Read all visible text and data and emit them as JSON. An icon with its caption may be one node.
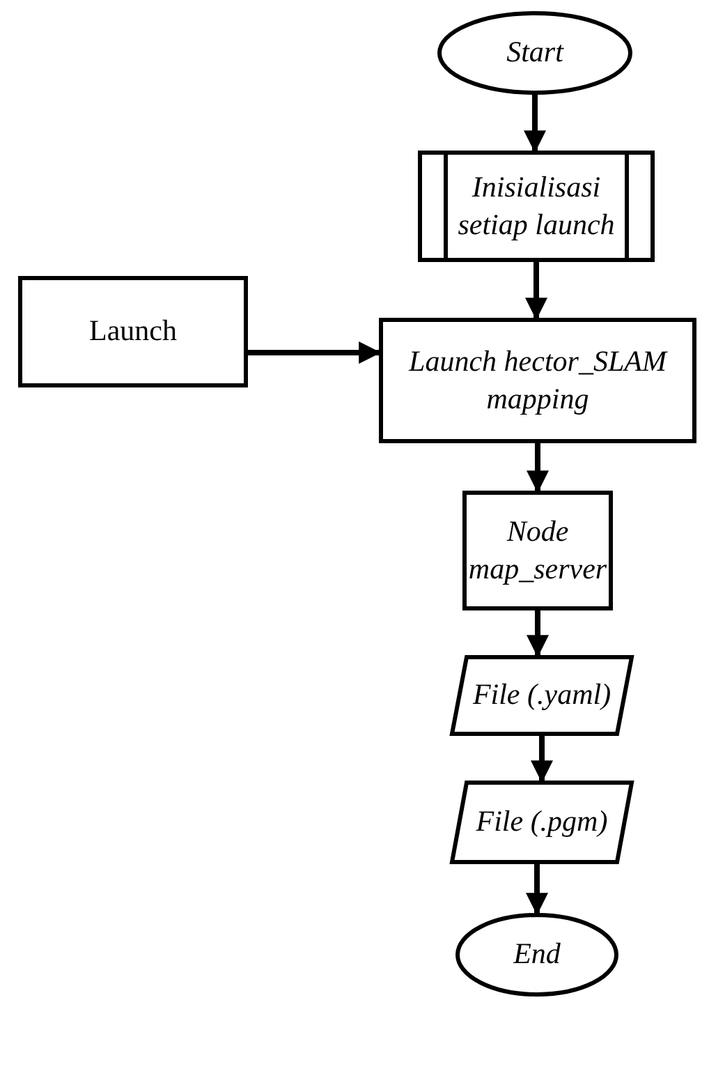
{
  "diagram": {
    "nodes": [
      {
        "text": [
          "Start"
        ]
      },
      {
        "text": [
          "Inisialisasi setiap launch"
        ]
      },
      {
        "text": [
          "Launch hector_SLAM mapping"
        ]
      },
      {
        "text": [
          "Launch"
        ]
      },
      {
        "text": [
          "Node map_server"
        ]
      },
      {
        "text": [
          "File (.yaml)"
        ]
      },
      {
        "text": [
          "File (.pgm)"
        ]
      },
      {
        "text": [
          "End"
        ]
      }
    ],
    "edges": [
      {
        "from": 0,
        "to": 1,
        "arrow": "to"
      },
      {
        "from": 1,
        "to": 2,
        "arrow": "to"
      },
      {
        "from": 3,
        "to": 2,
        "arrow": "to"
      },
      {
        "from": 2,
        "to": 4,
        "arrow": "to"
      },
      {
        "from": 4,
        "to": 5,
        "arrow": "to"
      },
      {
        "from": 5,
        "to": 6,
        "arrow": "to"
      },
      {
        "from": 6,
        "to": 7,
        "arrow": "to"
      }
    ]
  }
}
